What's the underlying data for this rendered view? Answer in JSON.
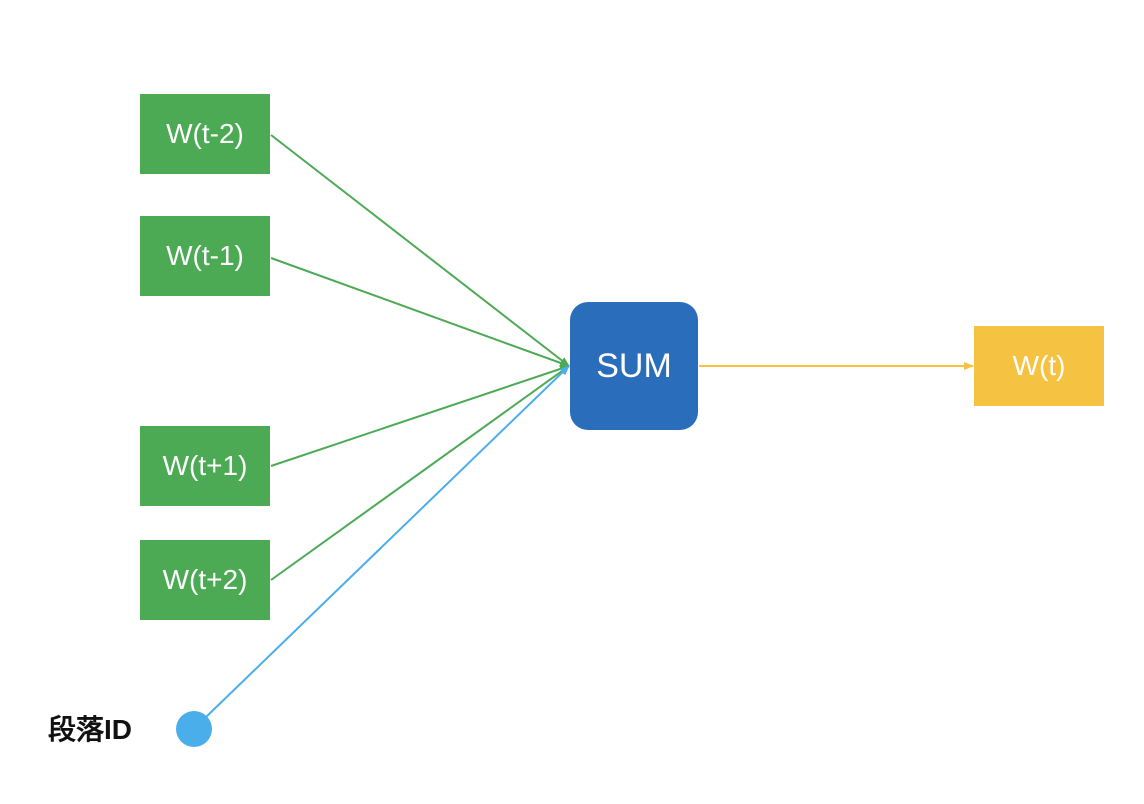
{
  "diagram": {
    "colors": {
      "input_node_fill": "#4caa55",
      "input_edge": "#4caa55",
      "sum_node_fill": "#2a6ebb",
      "output_node_fill": "#f5c242",
      "output_edge": "#f5c242",
      "paragraph_dot_fill": "#4aaeea",
      "paragraph_edge": "#4aaeea",
      "node_text": "#ffffff"
    },
    "inputs": [
      {
        "label": "W(t-2)"
      },
      {
        "label": "W(t-1)"
      },
      {
        "label": "W(t+1)"
      },
      {
        "label": "W(t+2)"
      }
    ],
    "sum": {
      "label": "SUM"
    },
    "output": {
      "label": "W(t)"
    },
    "paragraph": {
      "label": "段落ID"
    },
    "edges": [
      {
        "from": "W(t-2)",
        "to": "SUM"
      },
      {
        "from": "W(t-1)",
        "to": "SUM"
      },
      {
        "from": "W(t+1)",
        "to": "SUM"
      },
      {
        "from": "W(t+2)",
        "to": "SUM"
      },
      {
        "from": "段落ID",
        "to": "SUM"
      },
      {
        "from": "SUM",
        "to": "W(t)"
      }
    ]
  }
}
